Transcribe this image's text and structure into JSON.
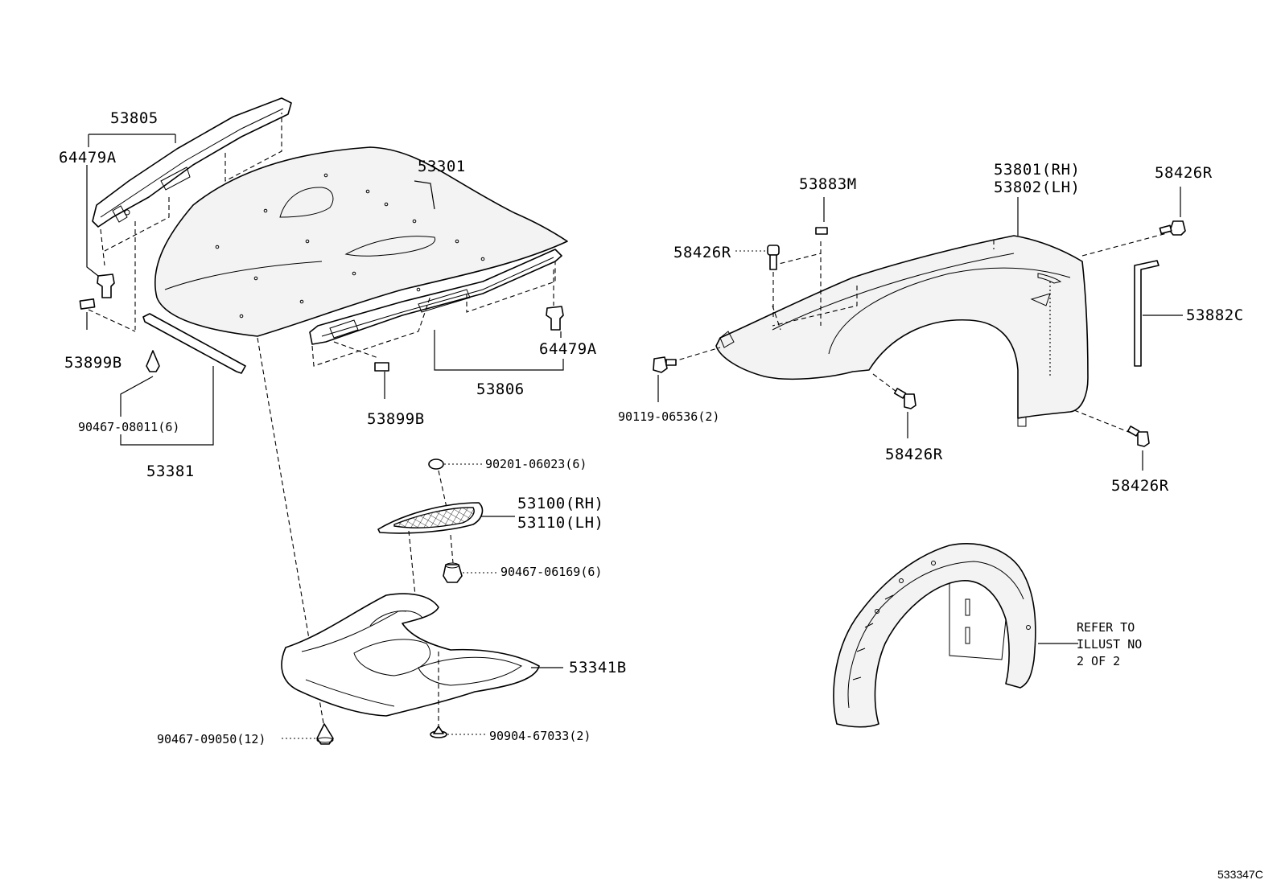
{
  "diagram_code": "533347C",
  "labels": {
    "p53805": "53805",
    "p64479a_left": "64479A",
    "p53899b_left": "53899B",
    "p90467_08011": "90467-08011(6)",
    "p53381": "53381",
    "p53301": "53301",
    "p64479a_right": "64479A",
    "p53806": "53806",
    "p53899b_center": "53899B",
    "p90201_06023": "90201-06023(6)",
    "p53100_rh": "53100(RH)",
    "p53110_lh": "53110(LH)",
    "p90467_06169": "90467-06169(6)",
    "p53341b": "53341B",
    "p90467_09050": "90467-09050(12)",
    "p90904_67033": "90904-67033(2)",
    "p53883m": "53883M",
    "p53801_rh": "53801(RH)",
    "p53802_lh": "53802(LH)",
    "p58426r_top_right": "58426R",
    "p58426r_left": "58426R",
    "p53882c": "53882C",
    "p90119_06536": "90119-06536(2)",
    "p58426r_bottom_mid": "58426R",
    "p58426r_bottom_right": "58426R"
  },
  "note": {
    "line1": "REFER TO",
    "line2": "ILLUST NO",
    "line3": "2 OF 2"
  }
}
